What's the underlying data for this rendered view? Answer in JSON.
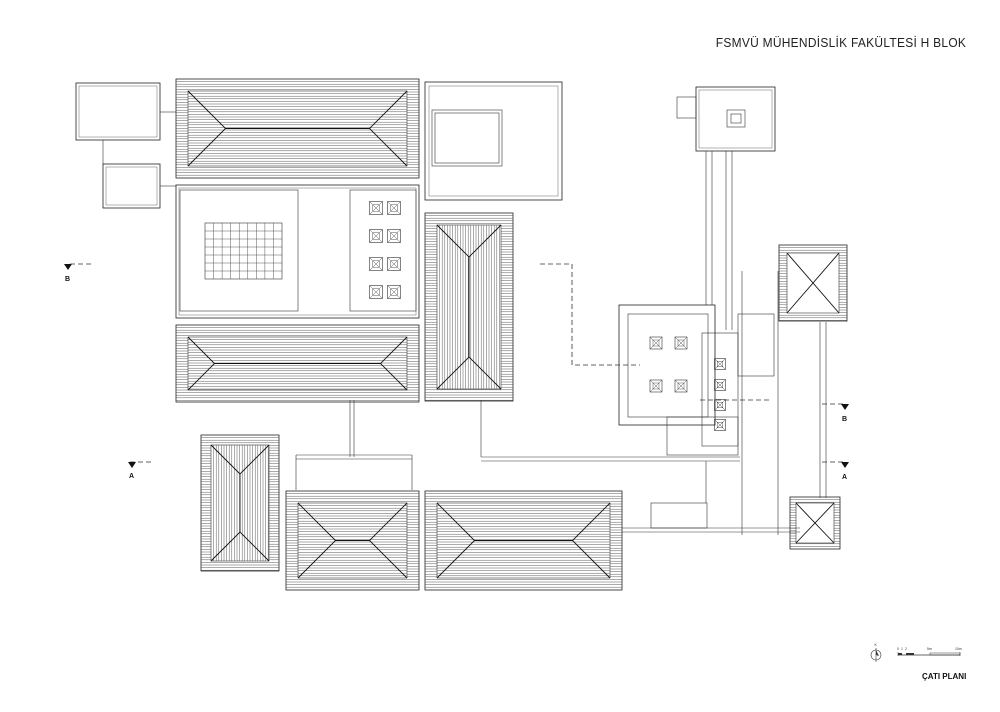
{
  "sheet": {
    "title": "FSMVÜ MÜHENDİSLİK FAKÜLTESİ H BLOK",
    "plan_name": "ÇATI PLANI"
  },
  "section_markers": [
    {
      "id": "B-left",
      "label": "B"
    },
    {
      "id": "A-left",
      "label": "A"
    },
    {
      "id": "B-right",
      "label": "B"
    },
    {
      "id": "A-right",
      "label": "A"
    }
  ],
  "scale_bar": {
    "labels": [
      "0",
      "1",
      "2",
      "5m",
      "10m"
    ]
  },
  "north_arrow": {
    "label": "K"
  }
}
